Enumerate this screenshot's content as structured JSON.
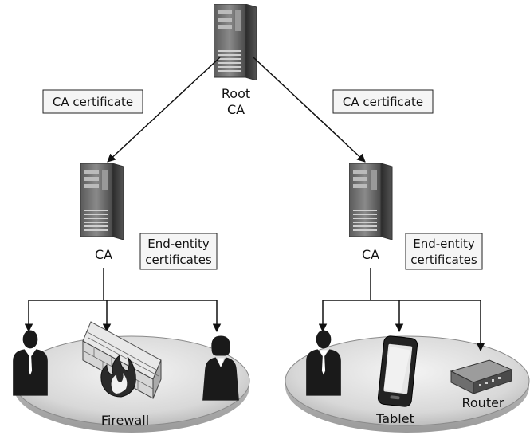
{
  "root_ca": {
    "line1": "Root",
    "line2": "CA"
  },
  "edge_labels": {
    "left_ca_cert": "CA certificate",
    "right_ca_cert": "CA certificate"
  },
  "left_ca": {
    "label": "CA",
    "cert_label_line1": "End-entity",
    "cert_label_line2": "certificates"
  },
  "right_ca": {
    "label": "CA",
    "cert_label_line1": "End-entity",
    "cert_label_line2": "certificates"
  },
  "devices": {
    "firewall": "Firewall",
    "tablet": "Tablet",
    "router": "Router"
  }
}
